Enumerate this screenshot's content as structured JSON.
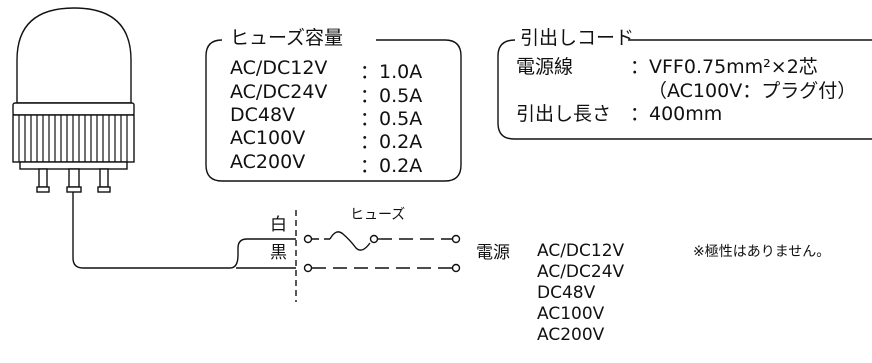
{
  "fuse_box": {
    "title": "ヒューズ容量",
    "rows": [
      {
        "label": "AC/DC12V",
        "value": "：1.0A"
      },
      {
        "label": "AC/DC24V",
        "value": "：0.5A"
      },
      {
        "label": "DC48V",
        "value": "：0.5A"
      },
      {
        "label": "AC100V",
        "value": "：0.2A"
      },
      {
        "label": "AC200V",
        "value": "：0.2A"
      }
    ]
  },
  "cord_box": {
    "title": "引出しコード",
    "power_line_label": "電源線",
    "power_line_value": "：VFF0.75mm²×2芯",
    "power_line_note": "（AC100V：プラグ付）",
    "length_label": "引出し長さ",
    "length_value": "：400mm"
  },
  "wiring": {
    "wire_white": "白",
    "wire_black": "黒",
    "fuse_label": "ヒューズ",
    "power_label": "電源",
    "voltages": [
      "AC/DC12V",
      "AC/DC24V",
      "DC48V",
      "AC100V",
      "AC200V"
    ],
    "polarity_note": "※極性はありません。"
  }
}
